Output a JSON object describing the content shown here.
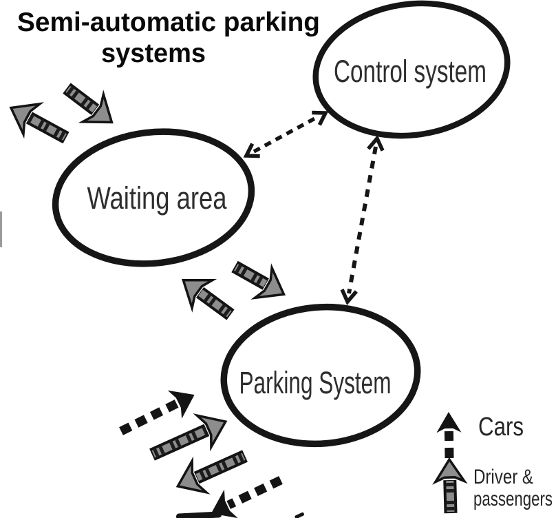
{
  "title": {
    "line1": "Semi-automatic parking",
    "line2": "systems"
  },
  "nodes": {
    "control": {
      "label": "Control system"
    },
    "waiting": {
      "label": "Waiting area"
    },
    "parking": {
      "label": "Parking System"
    }
  },
  "connectors": [
    {
      "from": "waiting",
      "to": "control",
      "style": "dashed",
      "bidirectional": true
    },
    {
      "from": "control",
      "to": "parking",
      "style": "dashed",
      "bidirectional": true
    }
  ],
  "arrow_groups": [
    {
      "name": "waiting-area-entry-exit",
      "icon": "gray-striped-arrow-pair",
      "meaning": "driver-passengers",
      "direction": "bidirectional"
    },
    {
      "name": "waiting-parking-transfer",
      "icon": "gray-striped-arrow-pair",
      "meaning": "driver-passengers",
      "direction": "bidirectional"
    },
    {
      "name": "parking-entry-exit",
      "icons": [
        "black-dashed-arrow-pair",
        "gray-striped-arrow-pair"
      ],
      "meaning": "cars-and-driver-passengers",
      "direction": "bidirectional"
    }
  ],
  "legend": {
    "items": [
      {
        "icon": "black-dashed-up-arrow",
        "label": "Cars"
      },
      {
        "icon": "gray-striped-up-arrow",
        "label_line1": "Driver &",
        "label_line2": "passengers"
      }
    ]
  },
  "colors": {
    "background": "#ffffff",
    "ink": "#141414",
    "ellipse_stroke": "#161616",
    "arrow_gray": "#8d8d8d",
    "arrow_band_dark": "#1c1c1c",
    "label_text": "#2e2e2e"
  }
}
